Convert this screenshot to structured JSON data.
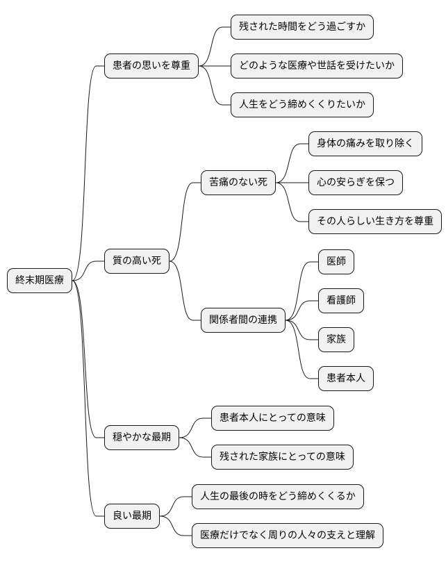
{
  "root": {
    "id": "end-of-life-care",
    "label": "終末期医療",
    "children": [
      {
        "id": "respect-patient-wishes",
        "label": "患者の思いを尊重",
        "children": [
          {
            "id": "remaining-time",
            "label": "残された時間をどう過ごすか"
          },
          {
            "id": "desired-care",
            "label": "どのような医療や世話を受けたいか"
          },
          {
            "id": "how-to-end-life",
            "label": "人生をどう締めくくりたいか"
          }
        ]
      },
      {
        "id": "quality-death",
        "label": "質の高い死",
        "children": [
          {
            "id": "painless-death",
            "label": "苦痛のない死",
            "children": [
              {
                "id": "remove-physical-pain",
                "label": "身体の痛みを取り除く"
              },
              {
                "id": "peace-of-mind",
                "label": "心の安らぎを保つ"
              },
              {
                "id": "respect-way-of-life",
                "label": "その人らしい生き方を尊重"
              }
            ]
          },
          {
            "id": "stakeholder-coordination",
            "label": "関係者間の連携",
            "children": [
              {
                "id": "doctor",
                "label": "医師"
              },
              {
                "id": "nurse",
                "label": "看護師"
              },
              {
                "id": "family",
                "label": "家族"
              },
              {
                "id": "patient-self",
                "label": "患者本人"
              }
            ]
          }
        ]
      },
      {
        "id": "peaceful-end",
        "label": "穏やかな最期",
        "children": [
          {
            "id": "meaning-for-patient",
            "label": "患者本人にとっての意味"
          },
          {
            "id": "meaning-for-family",
            "label": "残された家族にとっての意味"
          }
        ]
      },
      {
        "id": "good-end",
        "label": "良い最期",
        "children": [
          {
            "id": "final-moments",
            "label": "人生の最後の時をどう締めくくるか"
          },
          {
            "id": "understanding-support",
            "label": "医療だけでなく周りの人々の支えと理解"
          }
        ]
      }
    ]
  },
  "colors": {
    "node_fill": "#f1f1f1",
    "node_border": "#181818",
    "edge": "#181818",
    "background": "#ffffff"
  }
}
